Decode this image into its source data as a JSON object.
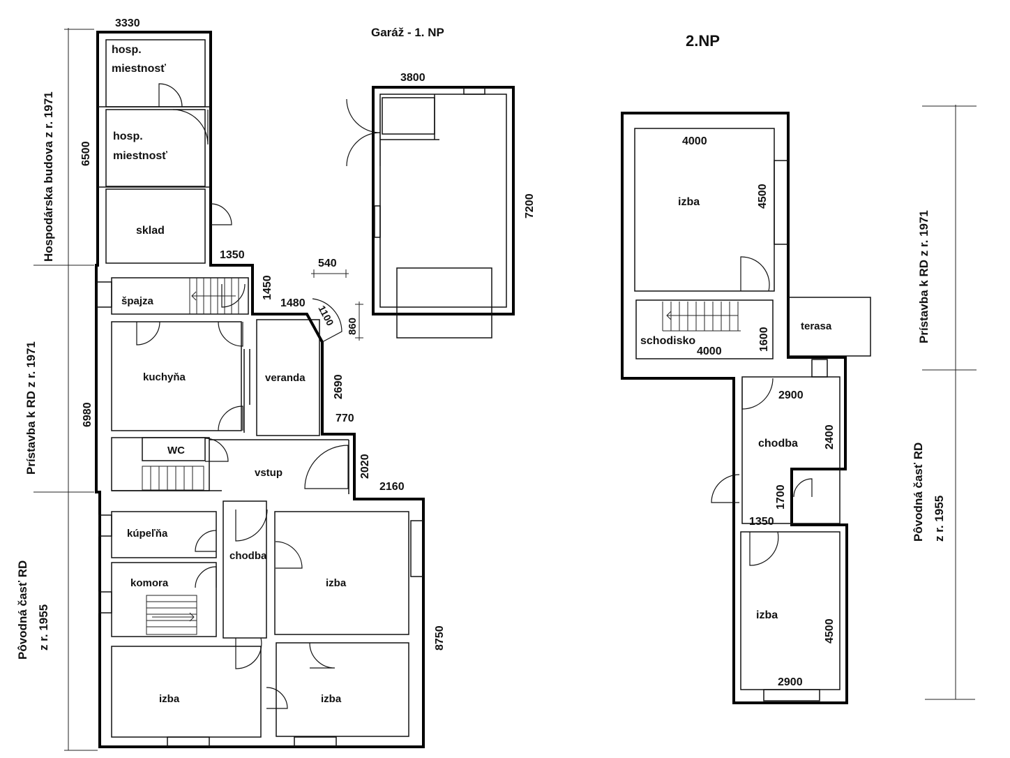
{
  "titles": {
    "garage": "Garáž - 1. NP",
    "second_floor": "2.NP"
  },
  "side_labels": {
    "farm_building": "Hospodárska budova z r. 1971",
    "extension_left": "Prístavba k RD z r. 1971",
    "original_left_line1": "Pôvodná časť RD",
    "original_left_line2": "z r. 1955",
    "extension_right": "Prístavba k RD z r. 1971",
    "original_right_line1": "Pôvodná časť RD",
    "original_right_line2": "z r. 1955"
  },
  "rooms_1np": {
    "hosp1_line1": "hosp.",
    "hosp1_line2": "miestnosť",
    "hosp2_line1": "hosp.",
    "hosp2_line2": "miestnosť",
    "sklad": "sklad",
    "spajza": "špajza",
    "kuchyna": "kuchyňa",
    "veranda": "veranda",
    "wc": "WC",
    "vstup": "vstup",
    "kupelna": "kúpeľňa",
    "komora": "komora",
    "chodba": "chodba",
    "izba_right": "izba",
    "izba_bottom_left": "izba",
    "izba_bottom_right": "izba"
  },
  "rooms_2np": {
    "izba_top": "izba",
    "schodisko": "schodisko",
    "terasa": "terasa",
    "chodba": "chodba",
    "izba_bottom": "izba"
  },
  "dimensions_1np": {
    "top_width": "3330",
    "farm_height": "6500",
    "step_1350": "1350",
    "step_1450": "1450",
    "bay_1480": "1480",
    "bay_1100": "1100",
    "bay_540": "540",
    "bay_860": "860",
    "ext_height": "6980",
    "veranda_2690": "2690",
    "step_770": "770",
    "step_2020": "2020",
    "step_2160": "2160",
    "orig_height": "8750"
  },
  "dimensions_garage": {
    "width": "3800",
    "height": "7200"
  },
  "dimensions_2np": {
    "izba_width": "4000",
    "izba_height": "4500",
    "stair_width": "4000",
    "stair_height": "1600",
    "chodba_width": "2900",
    "chodba_height": "2400",
    "step_1700": "1700",
    "step_1350": "1350",
    "izba_bottom_height": "4500",
    "izba_bottom_width": "2900"
  }
}
